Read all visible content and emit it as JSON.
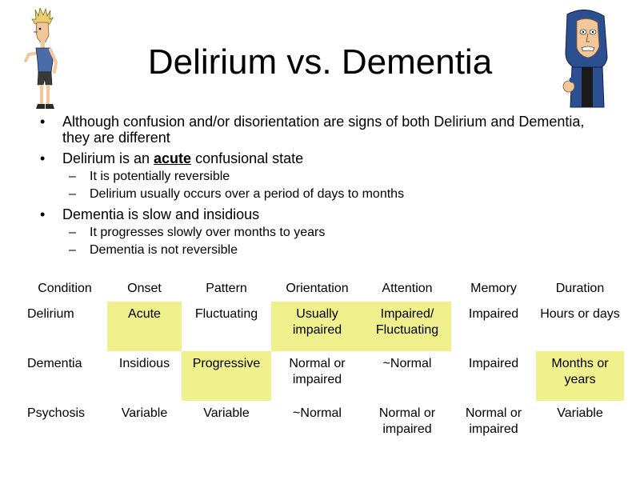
{
  "slide": {
    "title": "Delirium vs. Dementia"
  },
  "bullets": {
    "b1": "Although confusion and/or disorientation are signs of both Delirium and Dementia, they are different",
    "b2_prefix": "Delirium is an ",
    "b2_emph": "acute",
    "b2_suffix": " confusional state",
    "b2_sub1": "It is potentially reversible",
    "b2_sub2": "Delirium usually occurs over a period of days to months",
    "b3": "Dementia is slow and insidious",
    "b3_sub1": "It progresses slowly over months to years",
    "b3_sub2": "Dementia is not reversible"
  },
  "table": {
    "headers": [
      "Condition",
      "Onset",
      "Pattern",
      "Orientation",
      "Attention",
      "Memory",
      "Duration"
    ],
    "rows": [
      [
        "Delirium",
        "Acute",
        "Fluctuating",
        "Usually impaired",
        "Impaired/ Fluctuating",
        "Impaired",
        "Hours or days"
      ],
      [
        "Dementia",
        "Insidious",
        "Progressive",
        "Normal or impaired",
        "~Normal",
        "Impaired",
        "Months or years"
      ],
      [
        "Psychosis",
        "Variable",
        "Variable",
        "~Normal",
        "Normal or impaired",
        "Normal or impaired",
        "Variable"
      ]
    ],
    "highlight_color": "#f0f08c"
  },
  "images": {
    "left": "cartoon-character-standing",
    "right": "cartoon-character-hooded"
  }
}
